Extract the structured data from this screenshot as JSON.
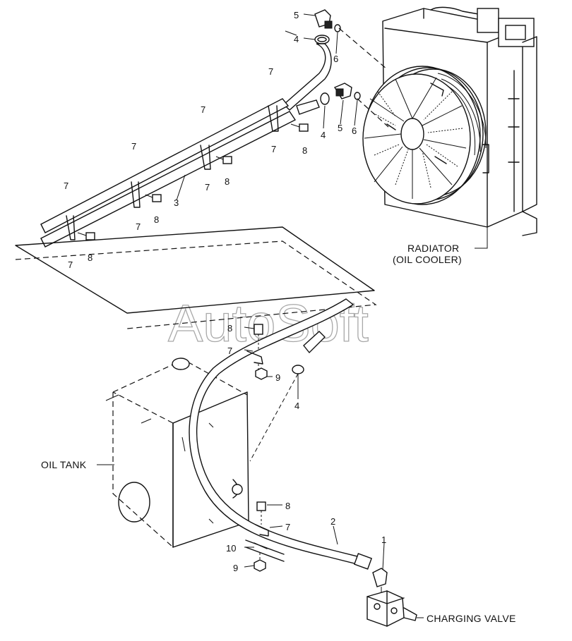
{
  "watermark": "AutoSoft",
  "labels": {
    "radiator_line1": "RADIATOR",
    "radiator_line2": "(OIL COOLER)",
    "oil_tank": "OIL TANK",
    "charging_valve": "CHARGING VALVE"
  },
  "callouts": {
    "c1": "1",
    "c2": "2",
    "c3": "3",
    "c4a": "4",
    "c4b": "4",
    "c4c": "4",
    "c5a": "5",
    "c5b": "5",
    "c6a": "6",
    "c6b": "6",
    "c7a": "7",
    "c7b": "7",
    "c7c": "7",
    "c7d": "7",
    "c7e": "7",
    "c7f": "7",
    "c7g": "7",
    "c7h": "7",
    "c7i": "7",
    "c7j": "7",
    "c8a": "8",
    "c8b": "8",
    "c8c": "8",
    "c8d": "8",
    "c8e": "8",
    "c8f": "8",
    "c9a": "9",
    "c9b": "9",
    "c10": "10"
  }
}
